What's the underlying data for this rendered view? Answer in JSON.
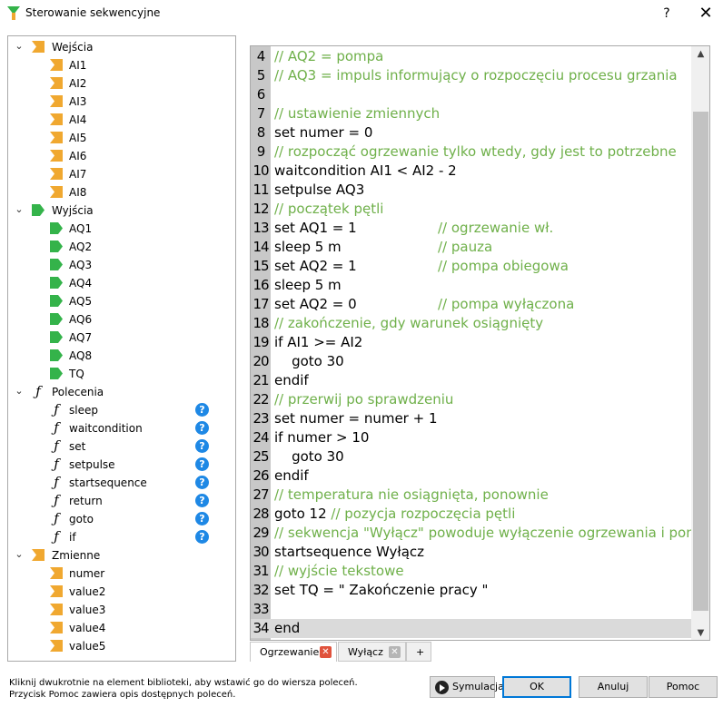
{
  "window": {
    "title": "Sterowanie sekwencyjne",
    "help_label": "?",
    "close_label": "✕"
  },
  "library": {
    "groups": [
      {
        "label": "Wejścia",
        "items": [
          "AI1",
          "AI2",
          "AI3",
          "AI4",
          "AI5",
          "AI6",
          "AI7",
          "AI8"
        ]
      },
      {
        "label": "Wyjścia",
        "items": [
          "AQ1",
          "AQ2",
          "AQ3",
          "AQ4",
          "AQ5",
          "AQ6",
          "AQ7",
          "AQ8",
          "TQ"
        ]
      },
      {
        "label": "Polecenia",
        "items": [
          "sleep",
          "waitcondition",
          "set",
          "setpulse",
          "startsequence",
          "return",
          "goto",
          "if"
        ]
      },
      {
        "label": "Zmienne",
        "items": [
          "numer",
          "value2",
          "value3",
          "value4",
          "value5"
        ]
      }
    ],
    "help_glyph": "?",
    "chevron_glyph": "⌄"
  },
  "editor": {
    "lines": [
      {
        "n": "4",
        "code": "",
        "comment": "// AQ2 = pompa"
      },
      {
        "n": "5",
        "code": "",
        "comment": "// AQ3 = impuls informujący o rozpoczęciu procesu grzania"
      },
      {
        "n": "6",
        "code": "",
        "comment": ""
      },
      {
        "n": "7",
        "code": "",
        "comment": "// ustawienie zmiennych"
      },
      {
        "n": "8",
        "code": "set numer = 0",
        "comment": ""
      },
      {
        "n": "9",
        "code": "",
        "comment": "// rozpocząć ogrzewanie tylko wtedy, gdy jest to potrzebne"
      },
      {
        "n": "10",
        "code": "waitcondition AI1 < AI2 - 2",
        "comment": ""
      },
      {
        "n": "11",
        "code": "setpulse AQ3",
        "comment": ""
      },
      {
        "n": "12",
        "code": "",
        "comment": "// początek pętli"
      },
      {
        "n": "13",
        "code": "set AQ1 = 1",
        "inline": "// ogrzewanie wł."
      },
      {
        "n": "14",
        "code": "sleep 5 m",
        "inline": "// pauza"
      },
      {
        "n": "15",
        "code": "set AQ2 = 1",
        "inline": "// pompa obiegowa"
      },
      {
        "n": "16",
        "code": "sleep 5 m",
        "comment": ""
      },
      {
        "n": "17",
        "code": "set AQ2 = 0",
        "inline": "// pompa wyłączona"
      },
      {
        "n": "18",
        "code": "",
        "comment": "// zakończenie, gdy warunek osiągnięty"
      },
      {
        "n": "19",
        "code": "if AI1 >= AI2",
        "comment": ""
      },
      {
        "n": "20",
        "code": "    goto 30",
        "comment": ""
      },
      {
        "n": "21",
        "code": "endif",
        "comment": ""
      },
      {
        "n": "22",
        "code": "",
        "comment": "// przerwij po sprawdzeniu"
      },
      {
        "n": "23",
        "code": "set numer = numer + 1",
        "comment": ""
      },
      {
        "n": "24",
        "code": "if numer > 10",
        "comment": ""
      },
      {
        "n": "25",
        "code": "    goto 30",
        "comment": ""
      },
      {
        "n": "26",
        "code": "endif",
        "comment": ""
      },
      {
        "n": "27",
        "code": "",
        "comment": "// temperatura nie osiągnięta, ponownie"
      },
      {
        "n": "28",
        "code": "goto 12 ",
        "comment": "// pozycja rozpoczęcia pętli"
      },
      {
        "n": "29",
        "code": "",
        "comment": "// sekwencja \"Wyłącz\" powoduje wyłączenie ogrzewania i pompy"
      },
      {
        "n": "30",
        "code": "startsequence Wyłącz",
        "comment": ""
      },
      {
        "n": "31",
        "code": "",
        "comment": "// wyjście tekstowe"
      },
      {
        "n": "32",
        "code": "set TQ = \" Zakończenie pracy \"",
        "comment": ""
      },
      {
        "n": "33",
        "code": "",
        "comment": ""
      },
      {
        "n": "34",
        "code": "end",
        "comment": ""
      }
    ],
    "current_line": "34"
  },
  "tabs": [
    {
      "label": "Ogrzewanie",
      "active": true,
      "close_color": "#e0523c"
    },
    {
      "label": "Wyłącz",
      "active": false,
      "close_color": "#b5b5b5"
    },
    {
      "label": "+",
      "active": false
    }
  ],
  "footer": {
    "hint_line1": "Kliknij dwukrotnie na element biblioteki, aby wstawić go do wiersza poleceń.",
    "hint_line2": "Przycisk Pomoc zawiera opis dostępnych poleceń.",
    "simulate_label": "Symulacja",
    "ok_label": "OK",
    "cancel_label": "Anuluj",
    "help_label": "Pomoc"
  },
  "colors": {
    "input_icon": "#f0a830",
    "output_icon": "#34b34a",
    "comment": "#6fb04a",
    "help_badge": "#1e88e5",
    "gutter": "#c8c8c8"
  }
}
